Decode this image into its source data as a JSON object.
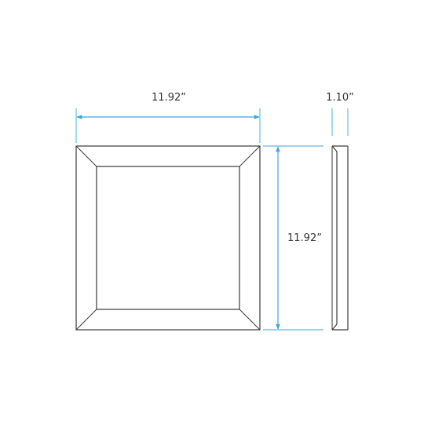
{
  "dimensions": {
    "width_label": "11.92”",
    "height_label": "11.92”",
    "depth_label": "1.10”"
  },
  "colors": {
    "outline": "#3a3a3a",
    "dimension_line": "#35a9dc",
    "background": "#ffffff"
  }
}
